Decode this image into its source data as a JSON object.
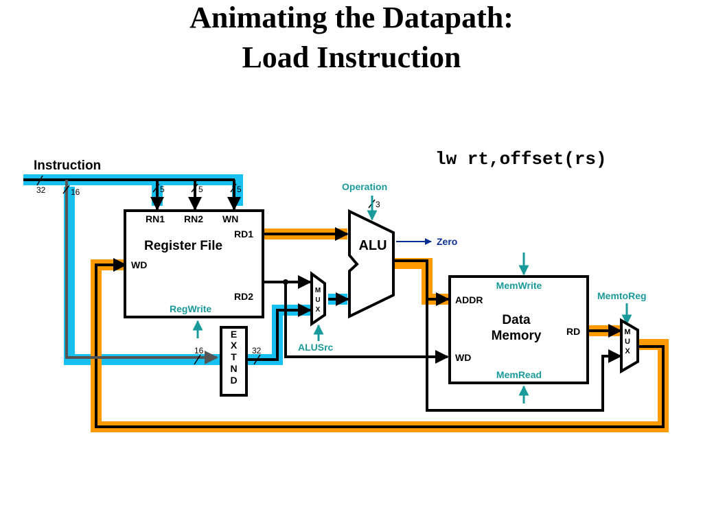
{
  "title": {
    "line1": "Animating the Datapath:",
    "line2": "Load Instruction"
  },
  "instruction_text": "lw rt,offset(rs)",
  "colors": {
    "highlight_cyan": "#18c0f0",
    "highlight_orange": "#ff9a00",
    "control_teal": "#1a9a9a",
    "zero_blue": "#0a2f8f",
    "wire": "#000000",
    "wire_gray": "#555555"
  },
  "labels": {
    "instruction": "Instruction",
    "bus_32": "32",
    "bus_16": "16",
    "bus_5a": "5",
    "bus_5b": "5",
    "bus_5c": "5",
    "bus_3": "3",
    "ext_in_16": "16",
    "ext_out_32": "32"
  },
  "register_file": {
    "title": "Register File",
    "ports": {
      "rn1": "RN1",
      "rn2": "RN2",
      "wn": "WN",
      "rd1": "RD1",
      "rd2": "RD2",
      "wd": "WD"
    },
    "control": "RegWrite"
  },
  "extend": {
    "letters": [
      "E",
      "X",
      "T",
      "N",
      "D"
    ]
  },
  "alu_mux": {
    "letters": [
      "M",
      "U",
      "X"
    ],
    "control": "ALUSrc"
  },
  "alu": {
    "label": "ALU",
    "control": "Operation",
    "zero": "Zero"
  },
  "data_memory": {
    "title_line1": "Data",
    "title_line2": "Memory",
    "ports": {
      "addr": "ADDR",
      "wd": "WD",
      "rd": "RD"
    },
    "control_top": "MemWrite",
    "control_bottom": "MemRead"
  },
  "mem_mux": {
    "letters": [
      "M",
      "U",
      "X"
    ],
    "control": "MemtoReg"
  }
}
